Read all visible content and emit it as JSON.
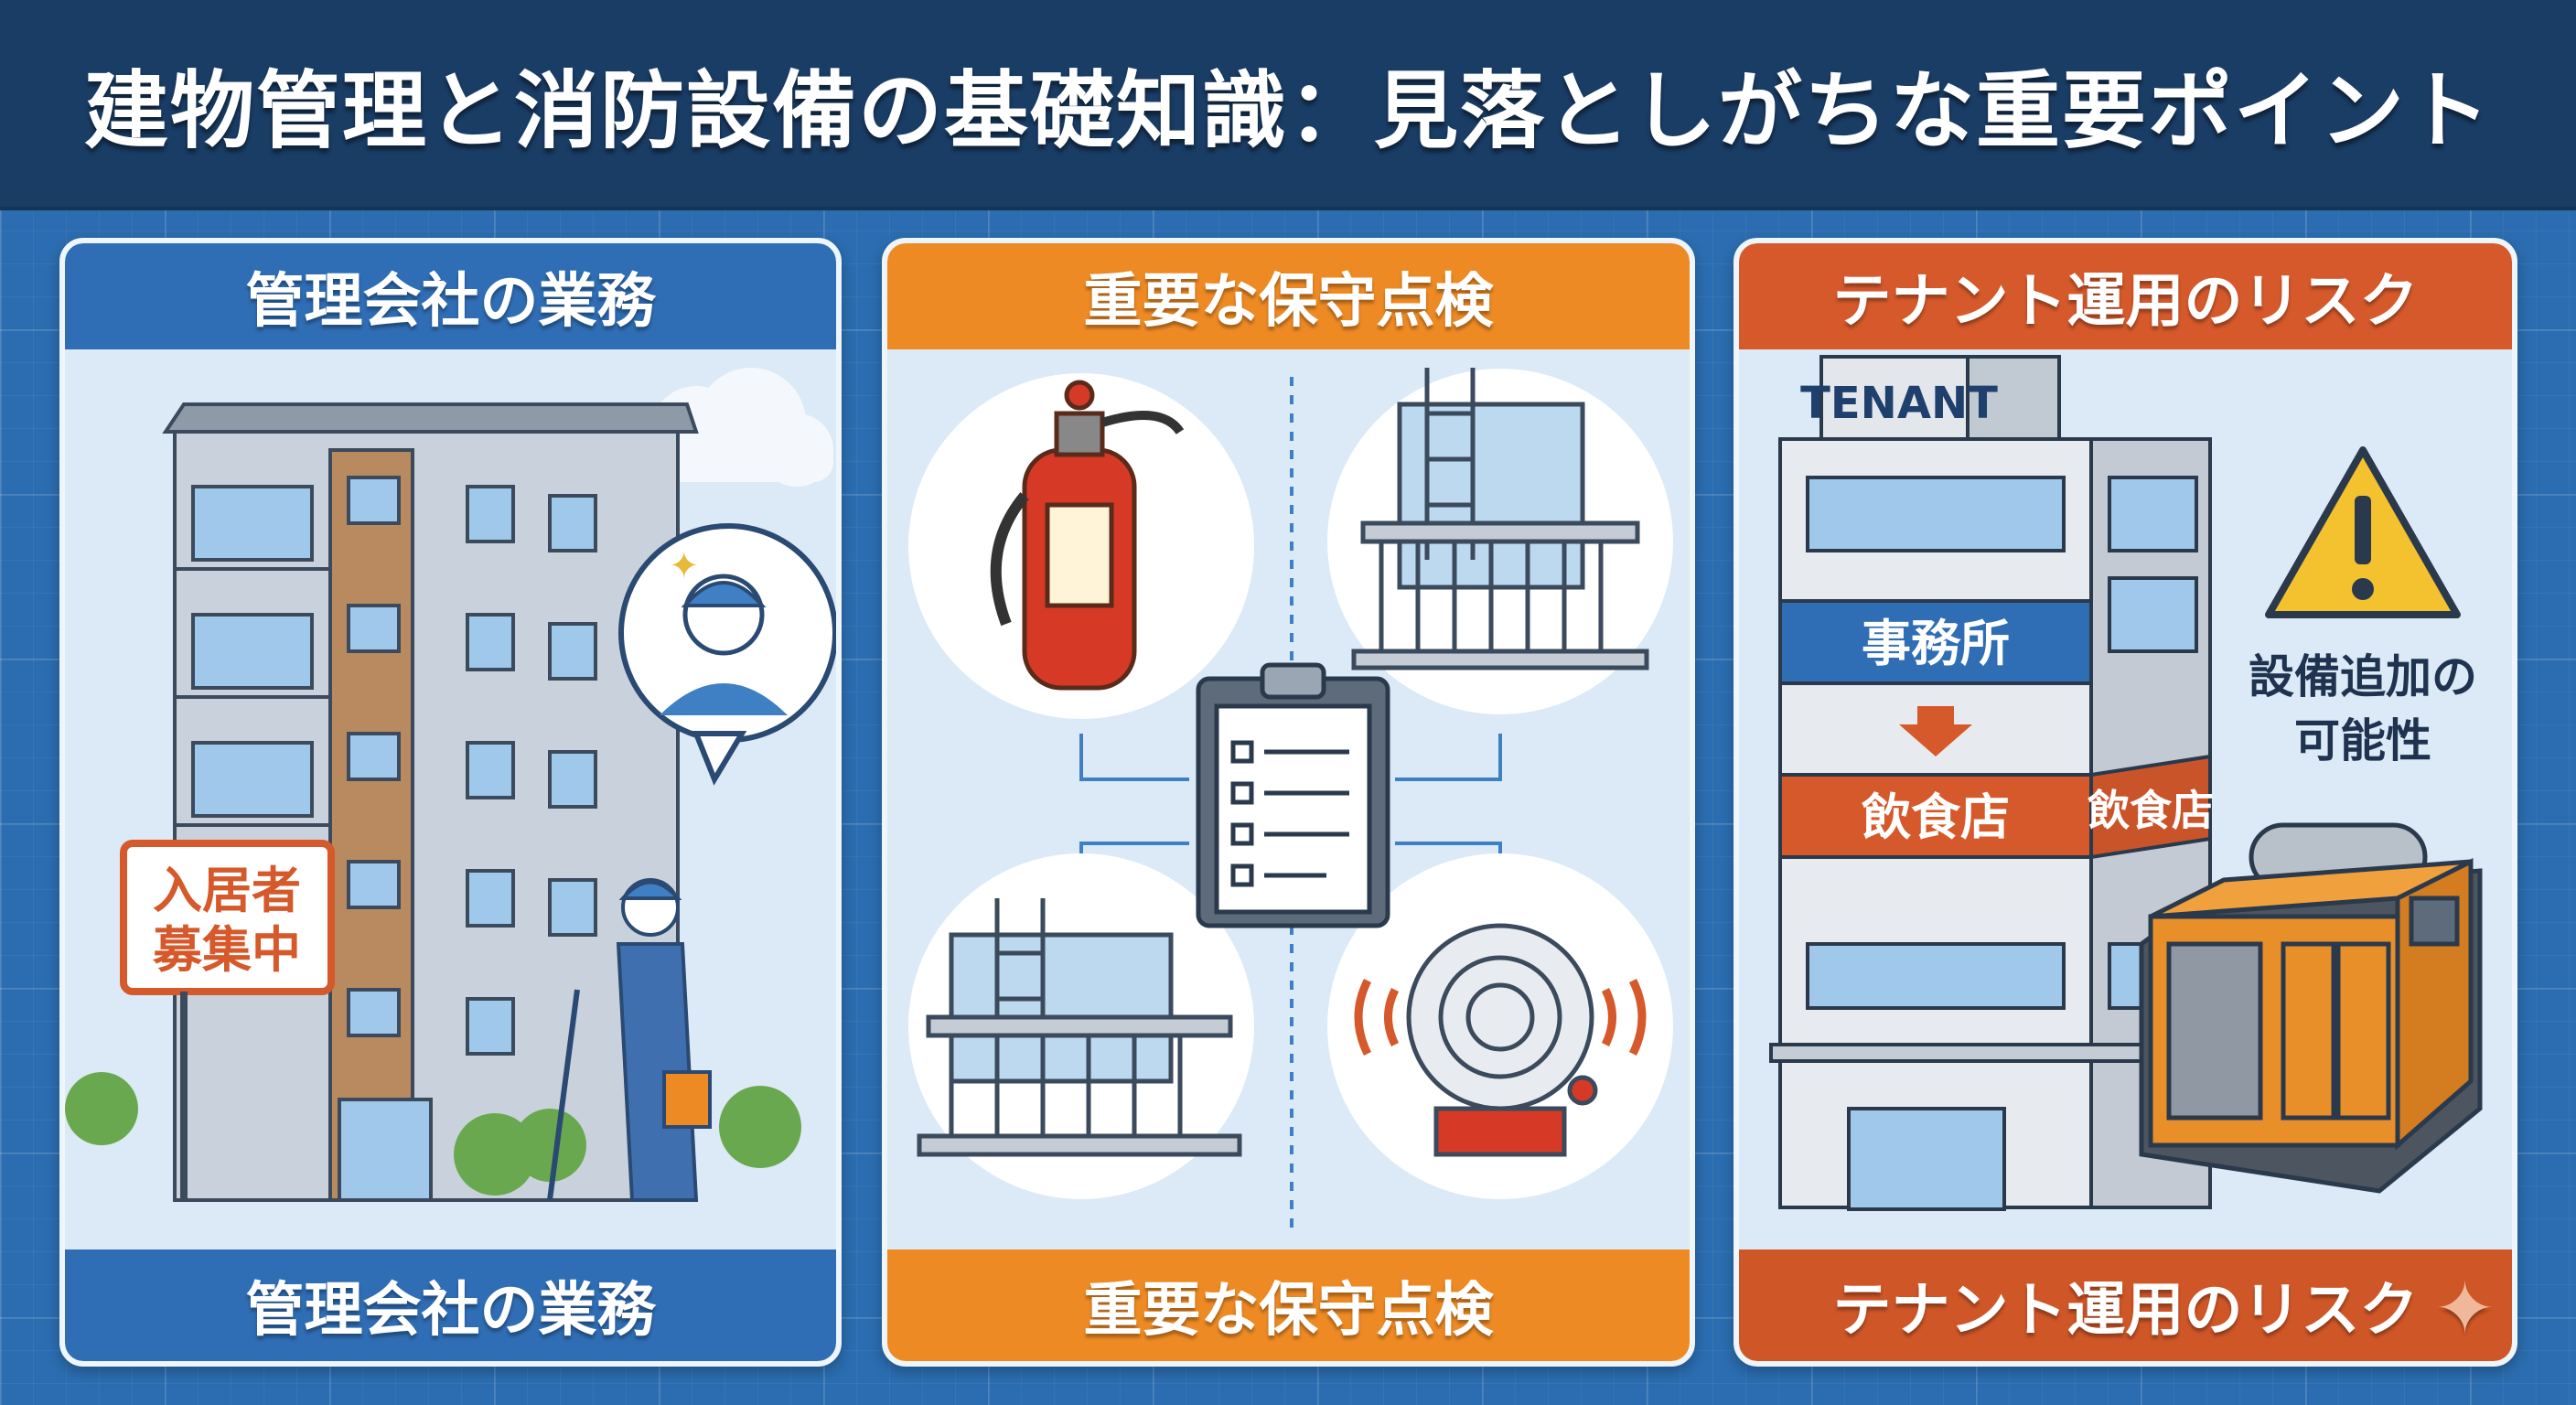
{
  "header": {
    "title": "建物管理と消防設備の基礎知識：見落としがちな重要ポイント"
  },
  "panels": [
    {
      "title": "管理会社の業務",
      "footer": "管理会社の業務",
      "sign": [
        "入居者",
        "募集中"
      ],
      "color": "#2f6db4"
    },
    {
      "title": "重要な保守点検",
      "footer": "重要な保守点検",
      "color": "#ee8a24"
    },
    {
      "title": "テナント運用のリスク",
      "footer": "テナント運用のリスク",
      "building_sign": "TENANT",
      "floors": {
        "office": "事務所",
        "restaurant": "飲食店",
        "restaurant_side": "飲食店"
      },
      "warning": [
        "設備追加の",
        "可能性"
      ],
      "color": "#d5592a"
    }
  ],
  "icons": [
    "building-icon",
    "cleaner-worker-icon",
    "fire-extinguisher-icon",
    "balcony-ladder-icon",
    "clipboard-checklist-icon",
    "fire-alarm-bell-icon",
    "warning-icon",
    "generator-icon",
    "sparkle-icon"
  ]
}
